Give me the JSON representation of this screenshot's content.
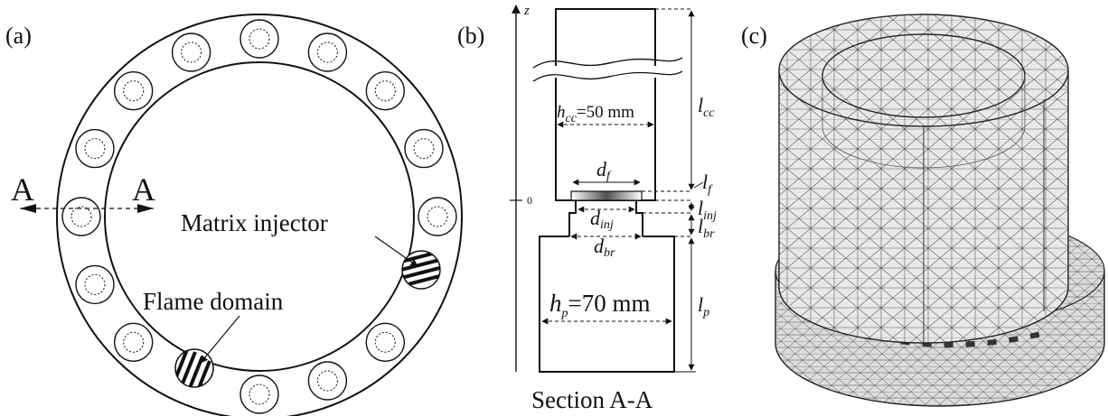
{
  "panels": {
    "a": {
      "label": "(a)",
      "section_marker": "A",
      "matrix_label": "Matrix injector",
      "flame_label": "Flame domain"
    },
    "b": {
      "label": "(b)",
      "axis_label": "z",
      "zero_label": "0",
      "h_cc": {
        "sym": "h",
        "sub": "cc",
        "value": "=50 mm"
      },
      "h_p": {
        "sym": "h",
        "sub": "p",
        "value": "=70 mm"
      },
      "d_f": {
        "sym": "d",
        "sub": "f"
      },
      "d_inj": {
        "sym": "d",
        "sub": "inj"
      },
      "d_br": {
        "sym": "d",
        "sub": "br"
      },
      "l_cc": {
        "sym": "l",
        "sub": "cc"
      },
      "l_f": {
        "sym": "l",
        "sub": "f"
      },
      "l_inj": {
        "sym": "l",
        "sub": "inj"
      },
      "l_br": {
        "sym": "l",
        "sub": "br"
      },
      "l_p": {
        "sym": "l",
        "sub": "p"
      },
      "caption": "Section A-A"
    },
    "c": {
      "label": "(c)"
    }
  },
  "colors": {
    "line": "#111111",
    "mesh_fill": "#e6e6e6",
    "mesh_line": "#555555",
    "flame": "#6a6a6a"
  },
  "icons": [
    "injector-circle",
    "flame-hatch",
    "mesh"
  ]
}
